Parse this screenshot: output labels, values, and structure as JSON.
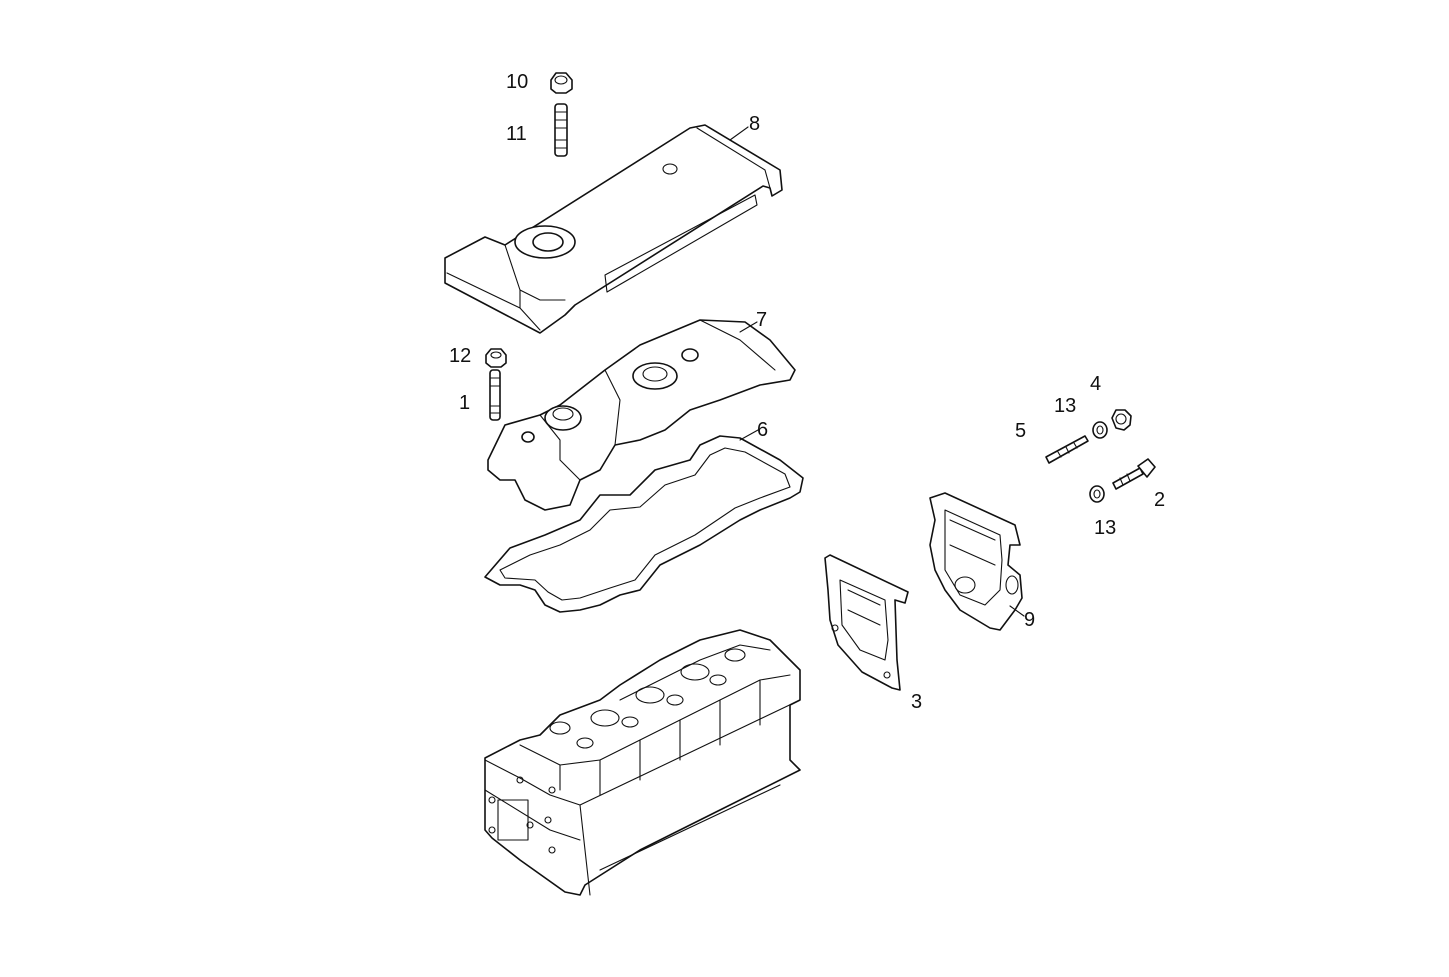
{
  "diagram": {
    "callouts": [
      {
        "id": "1",
        "text": "1"
      },
      {
        "id": "2",
        "text": "2"
      },
      {
        "id": "3",
        "text": "3"
      },
      {
        "id": "4",
        "text": "4"
      },
      {
        "id": "5",
        "text": "5"
      },
      {
        "id": "6",
        "text": "6"
      },
      {
        "id": "7",
        "text": "7"
      },
      {
        "id": "8",
        "text": "8"
      },
      {
        "id": "9",
        "text": "9"
      },
      {
        "id": "10",
        "text": "10"
      },
      {
        "id": "11",
        "text": "11"
      },
      {
        "id": "12",
        "text": "12"
      },
      {
        "id": "13a",
        "text": "13"
      },
      {
        "id": "13b",
        "text": "13"
      }
    ]
  }
}
